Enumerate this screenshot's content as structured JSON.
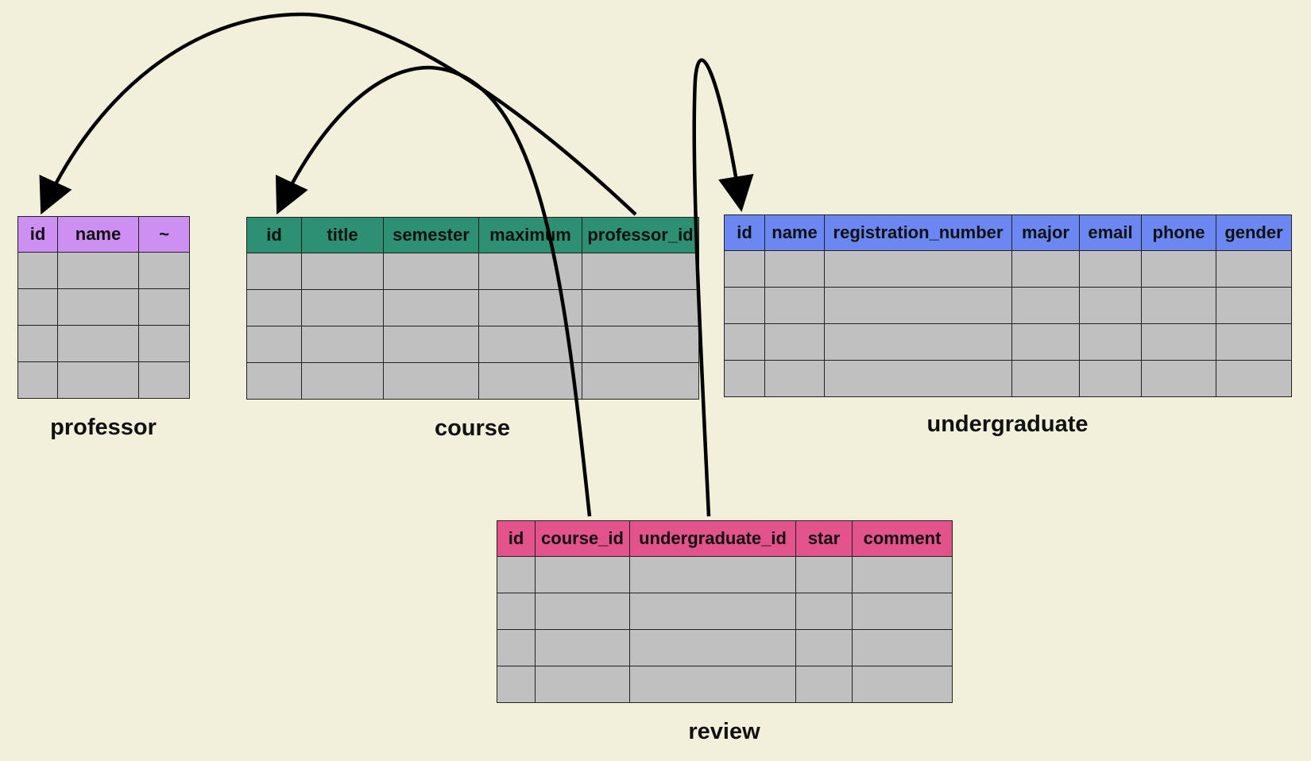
{
  "tables": {
    "professor": {
      "caption": "professor",
      "header_color": "#cc8ff2",
      "columns": [
        "id",
        "name",
        "~"
      ]
    },
    "course": {
      "caption": "course",
      "header_color": "#2e9072",
      "columns": [
        "id",
        "title",
        "semester",
        "maximum",
        "professor_id"
      ]
    },
    "undergraduate": {
      "caption": "undergraduate",
      "header_color": "#6a87f2",
      "columns": [
        "id",
        "name",
        "registration_number",
        "major",
        "email",
        "phone",
        "gender"
      ]
    },
    "review": {
      "caption": "review",
      "header_color": "#e2528b",
      "columns": [
        "id",
        "course_id",
        "undergraduate_id",
        "star",
        "comment"
      ]
    }
  },
  "empty_rows_per_table": 4,
  "cell_color": "#c0c0c0",
  "relationships": [
    {
      "from": "course.professor_id",
      "to": "professor.id"
    },
    {
      "from": "review.course_id",
      "to": "course.id"
    },
    {
      "from": "review.undergraduate_id",
      "to": "undergraduate.id"
    }
  ]
}
